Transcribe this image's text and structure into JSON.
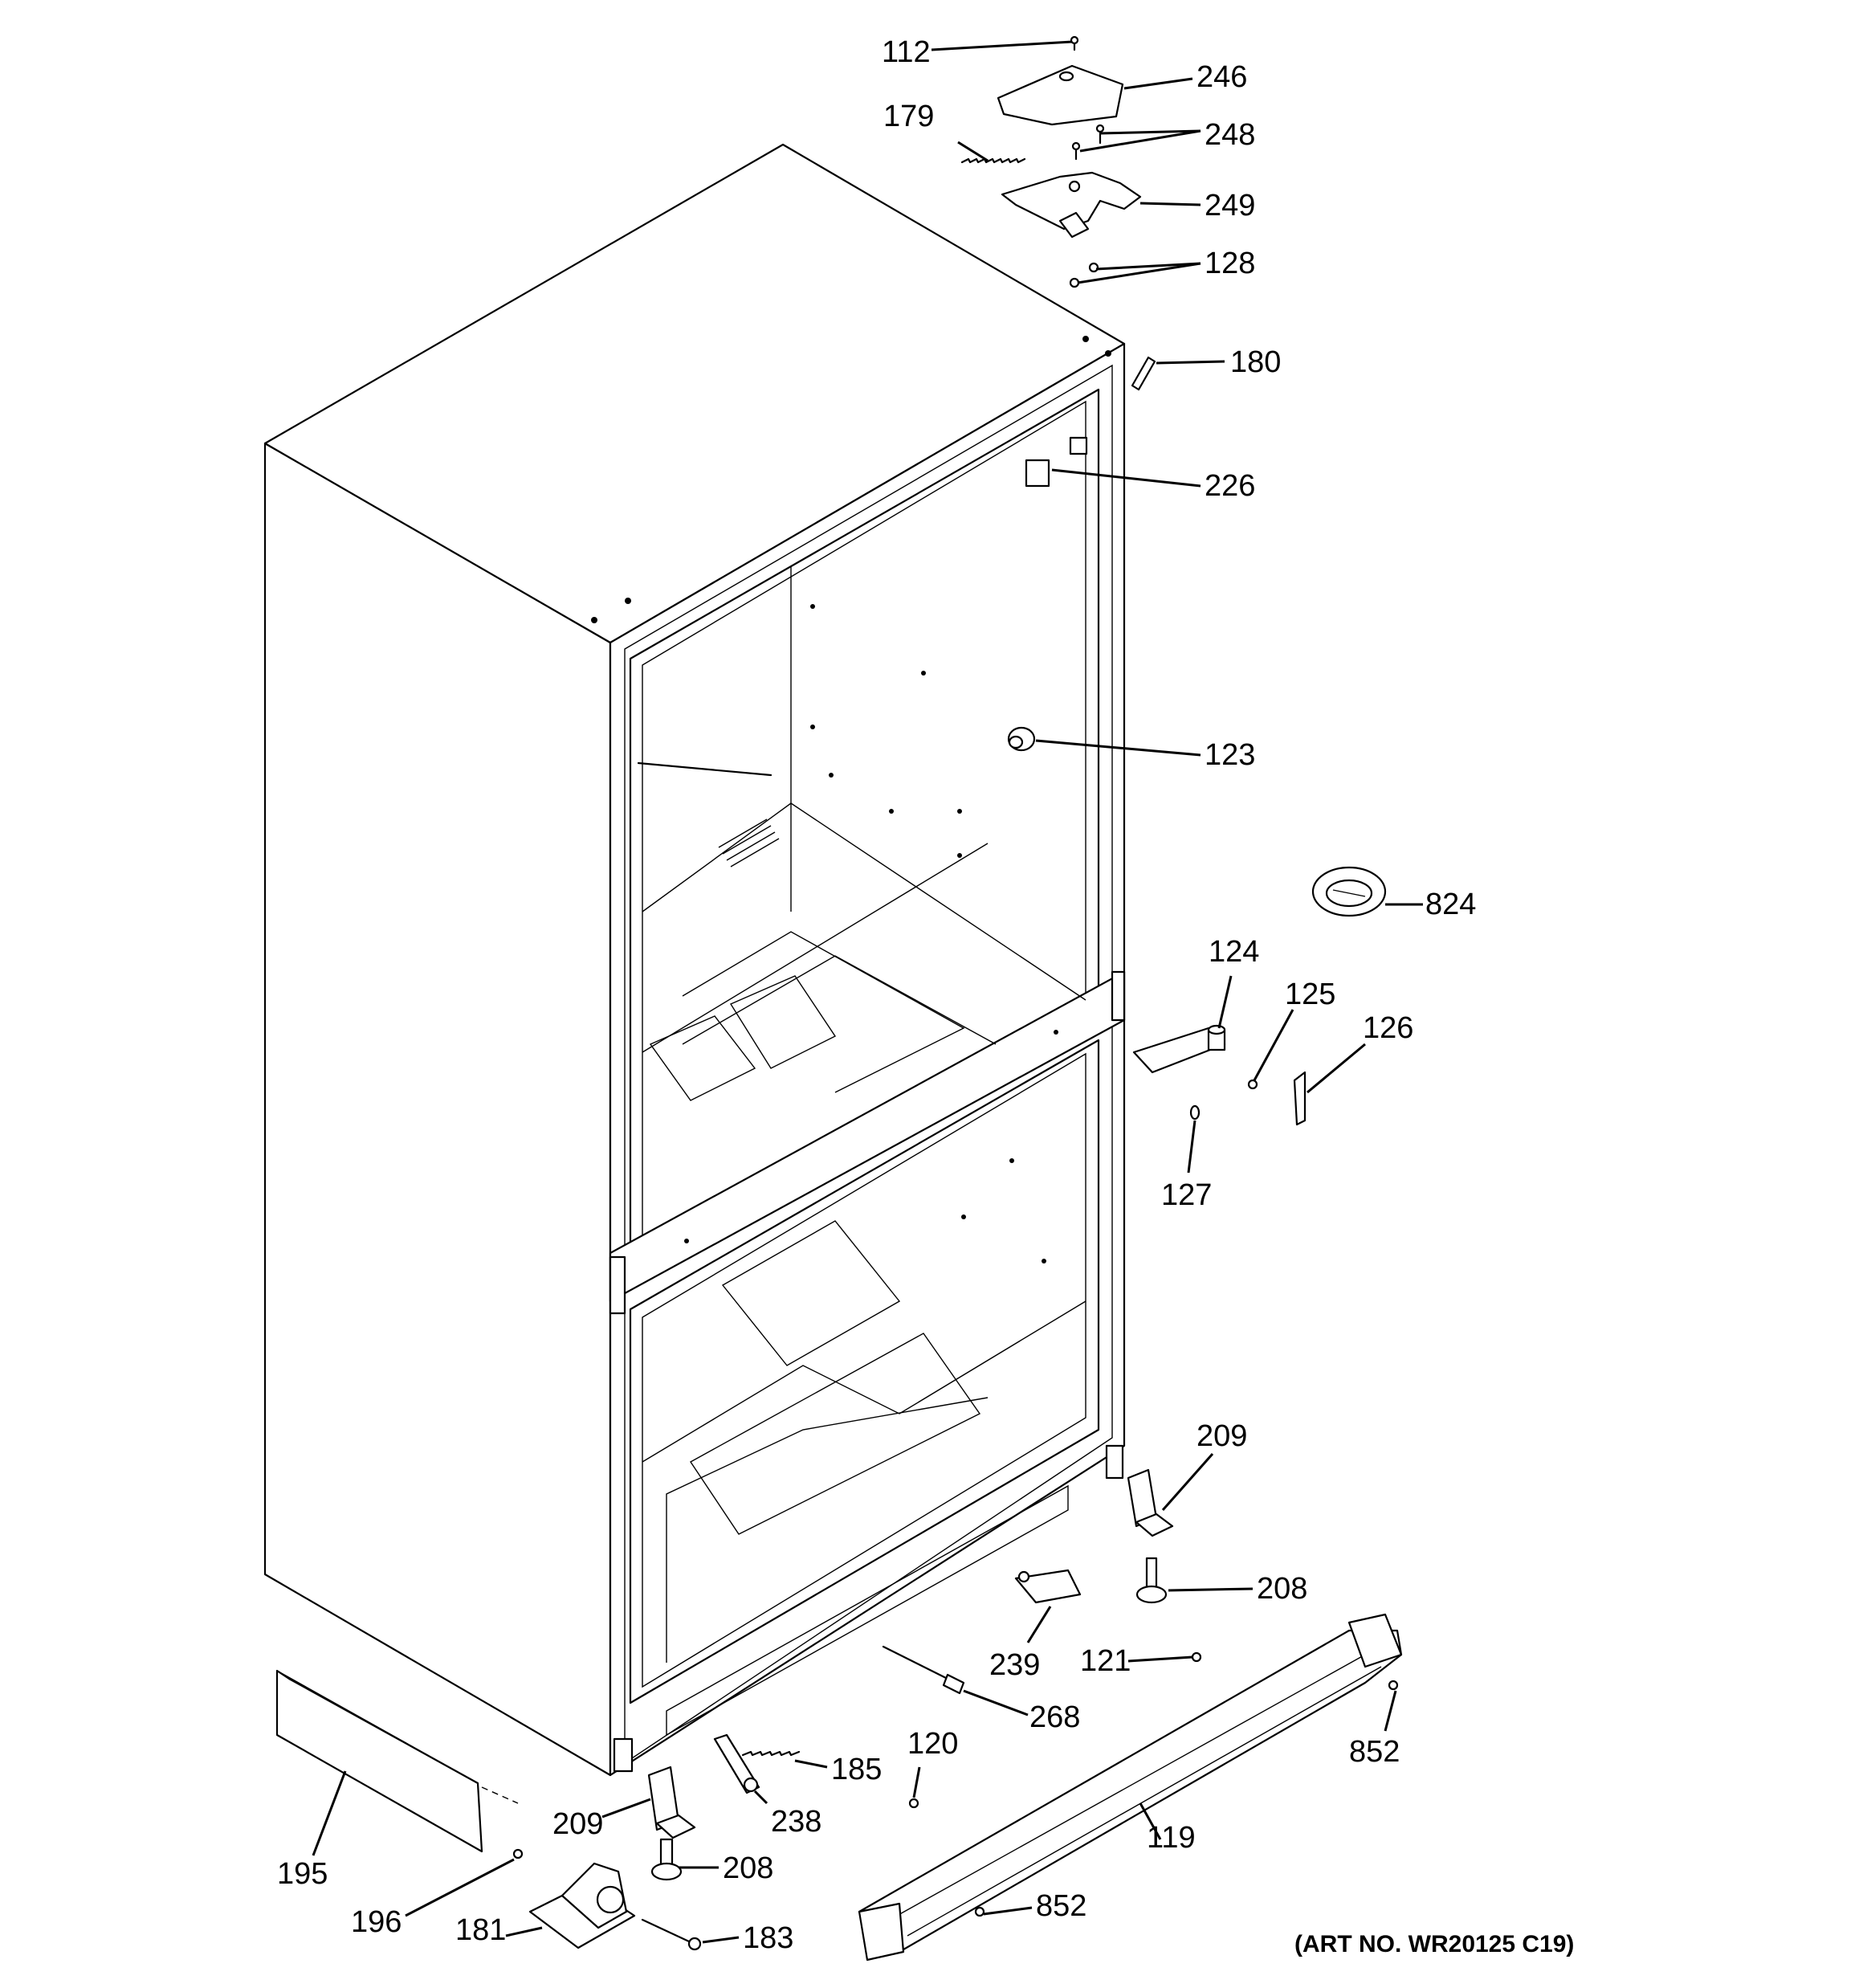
{
  "callouts": [
    {
      "id": "112",
      "label": "112"
    },
    {
      "id": "246",
      "label": "246"
    },
    {
      "id": "179",
      "label": "179"
    },
    {
      "id": "248",
      "label": "248"
    },
    {
      "id": "249",
      "label": "249"
    },
    {
      "id": "128",
      "label": "128"
    },
    {
      "id": "180",
      "label": "180"
    },
    {
      "id": "226",
      "label": "226"
    },
    {
      "id": "123",
      "label": "123"
    },
    {
      "id": "824",
      "label": "824"
    },
    {
      "id": "124",
      "label": "124"
    },
    {
      "id": "125",
      "label": "125"
    },
    {
      "id": "126",
      "label": "126"
    },
    {
      "id": "127",
      "label": "127"
    },
    {
      "id": "209a",
      "label": "209"
    },
    {
      "id": "208a",
      "label": "208"
    },
    {
      "id": "239",
      "label": "239"
    },
    {
      "id": "121",
      "label": "121"
    },
    {
      "id": "268",
      "label": "268"
    },
    {
      "id": "852a",
      "label": "852"
    },
    {
      "id": "120",
      "label": "120"
    },
    {
      "id": "185",
      "label": "185"
    },
    {
      "id": "238",
      "label": "238"
    },
    {
      "id": "209b",
      "label": "209"
    },
    {
      "id": "208b",
      "label": "208"
    },
    {
      "id": "119",
      "label": "119"
    },
    {
      "id": "195",
      "label": "195"
    },
    {
      "id": "196",
      "label": "196"
    },
    {
      "id": "181",
      "label": "181"
    },
    {
      "id": "183",
      "label": "183"
    },
    {
      "id": "852b",
      "label": "852"
    }
  ],
  "art_number": "(ART NO. WR20125 C19)"
}
